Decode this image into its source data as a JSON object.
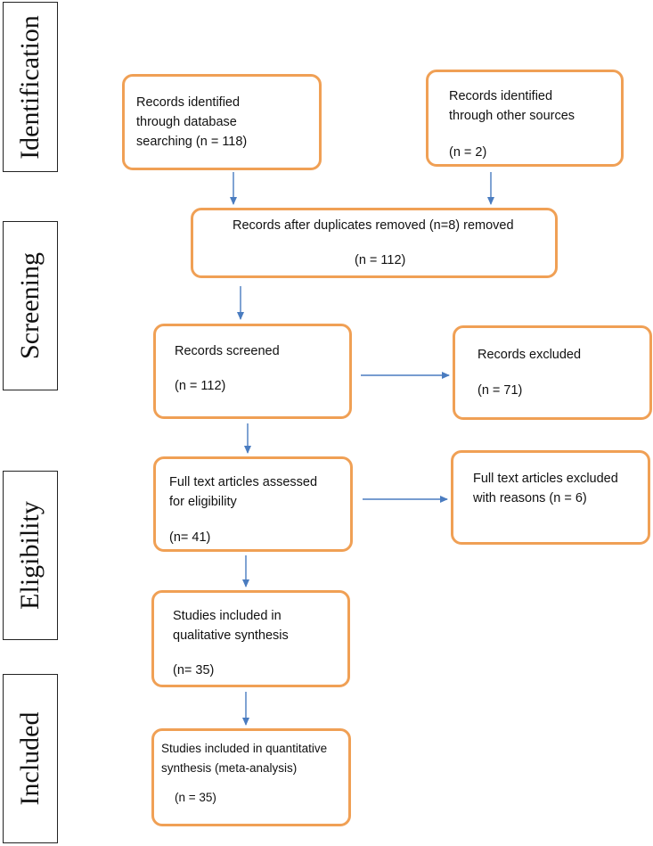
{
  "phases": {
    "identification": "Identification",
    "screening": "Screening",
    "eligibility": "Eligibility",
    "included": "Included"
  },
  "boxes": {
    "db_search": {
      "line1": "Records identified\nthrough database\nsearching (n = 118)"
    },
    "other_sources": {
      "line1": "Records identified\nthrough other sources",
      "line2": "(n = 2)"
    },
    "duplicates": {
      "line1": "Records after duplicates removed (n=8) removed",
      "line2": "(n = 112)"
    },
    "screened": {
      "line1": "Records screened",
      "line2": "(n = 112)"
    },
    "excluded": {
      "line1": "Records excluded",
      "line2": "(n = 71)"
    },
    "fulltext": {
      "line1": "Full text articles assessed\nfor eligibility",
      "line2": "(n= 41)"
    },
    "fulltext_excluded": {
      "line1": "Full text articles excluded\nwith reasons (n = 6)"
    },
    "qualitative": {
      "line1": "Studies included in\nqualitative synthesis",
      "line2": "(n= 35)"
    },
    "quantitative": {
      "line1": "Studies included in quantitative\nsynthesis (meta-analysis)",
      "line2": "(n = 35)"
    }
  },
  "colors": {
    "box_border": "#f0a055",
    "arrow": "#4a7cc0",
    "phase_border": "#222222"
  }
}
